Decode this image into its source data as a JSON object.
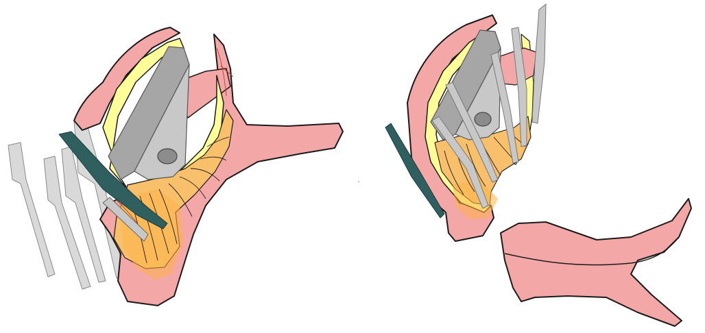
{
  "figure": {
    "panels": [
      {
        "id": "left",
        "view": "assembled"
      },
      {
        "id": "right",
        "view": "exploded"
      }
    ],
    "colors": {
      "tissue_pink": "#f4a7a7",
      "tissue_pink_dark": "#e88f95",
      "outline": "#1a1a1a",
      "fat_yellow": "#ffff99",
      "muscle_orange": "#f8c06a",
      "muscle_orange_light": "#ffd27d",
      "muscle_line": "#c0392b",
      "glow_orange": "#ffb347",
      "bone_gray": "#a6a6a6",
      "bone_gray_light": "#c8c8c8",
      "bone_gray_dark": "#8c8c8c",
      "instrument_gray": "#d9d9d9",
      "instrument_teal": "#2f5f5f"
    },
    "labels": []
  }
}
